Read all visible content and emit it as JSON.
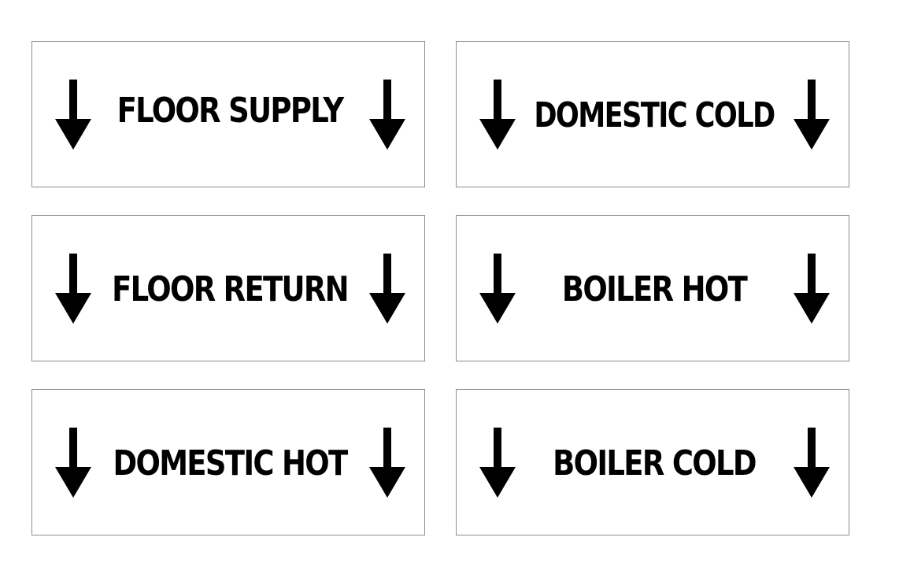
{
  "labels": [
    {
      "text": "FLOOR SUPPLY",
      "arrow_direction": "down",
      "arrow_icon": "arrow-down-icon"
    },
    {
      "text": "DOMESTIC COLD",
      "arrow_direction": "down",
      "arrow_icon": "arrow-down-icon"
    },
    {
      "text": "FLOOR RETURN",
      "arrow_direction": "down",
      "arrow_icon": "arrow-down-icon"
    },
    {
      "text": "BOILER HOT",
      "arrow_direction": "down",
      "arrow_icon": "arrow-down-icon"
    },
    {
      "text": "DOMESTIC HOT",
      "arrow_direction": "down",
      "arrow_icon": "arrow-down-icon"
    },
    {
      "text": "BOILER COLD",
      "arrow_direction": "down",
      "arrow_icon": "arrow-down-icon"
    }
  ],
  "colors": {
    "text": "#000000",
    "border": "#8c8c8c",
    "background": "#ffffff"
  }
}
